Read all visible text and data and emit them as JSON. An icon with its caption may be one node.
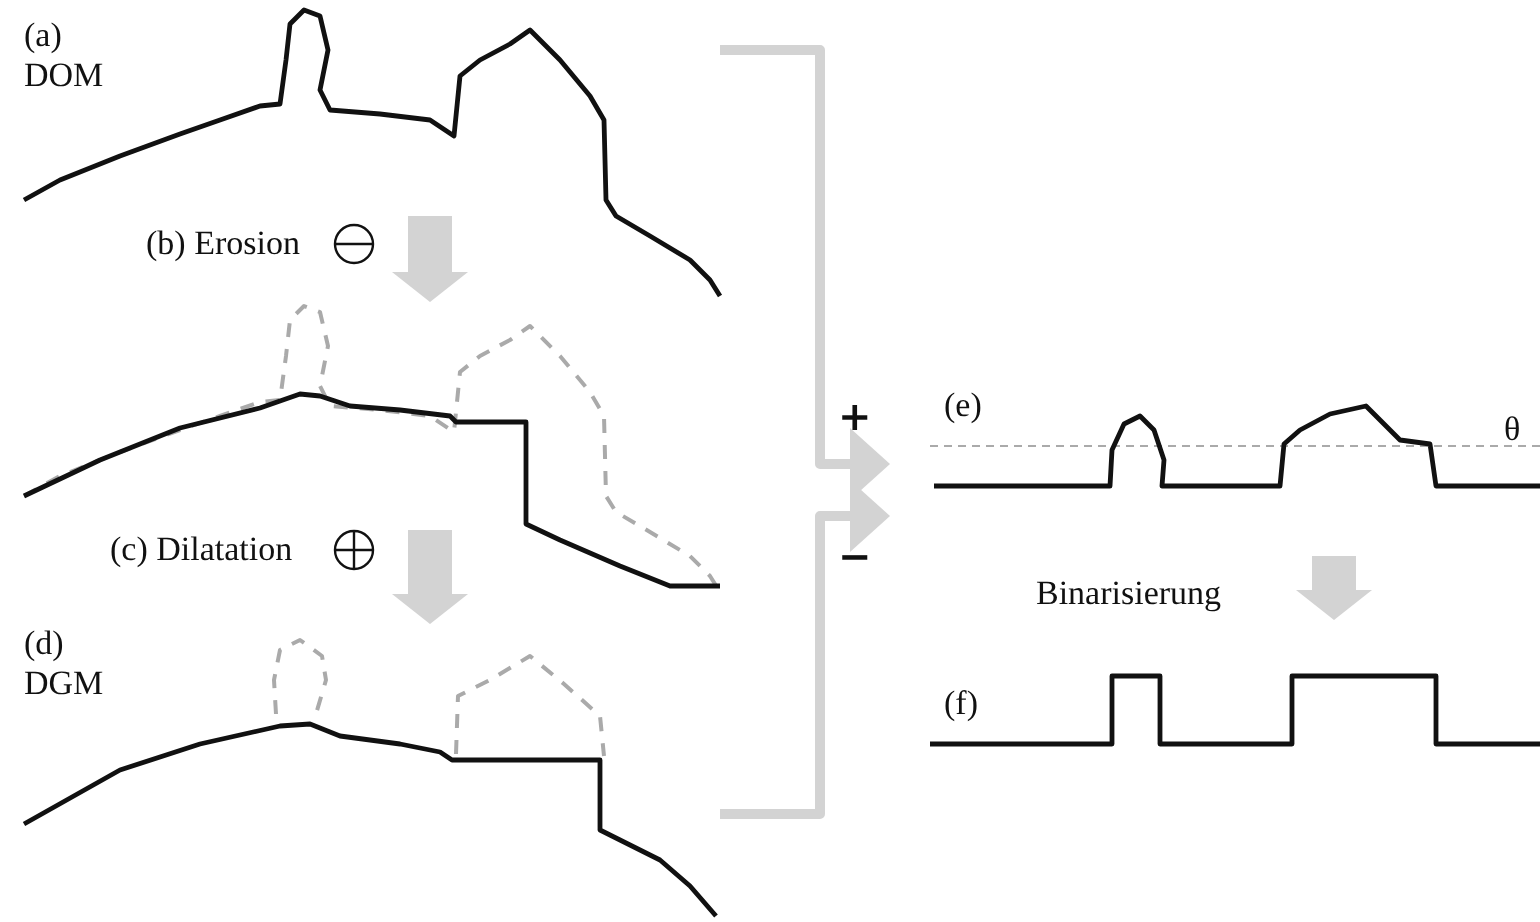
{
  "diagram": {
    "nodes": [
      {
        "text": [
          "(a)",
          "DOM"
        ]
      },
      {
        "text": [],
        "shape": "picture"
      },
      {
        "text": [
          "(d)",
          "DGM"
        ]
      },
      {
        "text": [
          "(e)",
          "θ"
        ]
      },
      {
        "text": [
          "(f)"
        ]
      }
    ],
    "edges": [
      {
        "from": 0,
        "to": 1,
        "arrow": "to",
        "label": "(b) Erosion"
      },
      {
        "from": 1,
        "to": 2,
        "arrow": "to",
        "label": "(c) Dilatation"
      },
      {
        "from": 0,
        "to": 3,
        "arrow": "to",
        "label": "+"
      },
      {
        "from": 2,
        "to": 3,
        "arrow": "to",
        "label": "−"
      },
      {
        "from": 3,
        "to": 4,
        "arrow": "to",
        "label": "Binarisierung"
      }
    ]
  }
}
